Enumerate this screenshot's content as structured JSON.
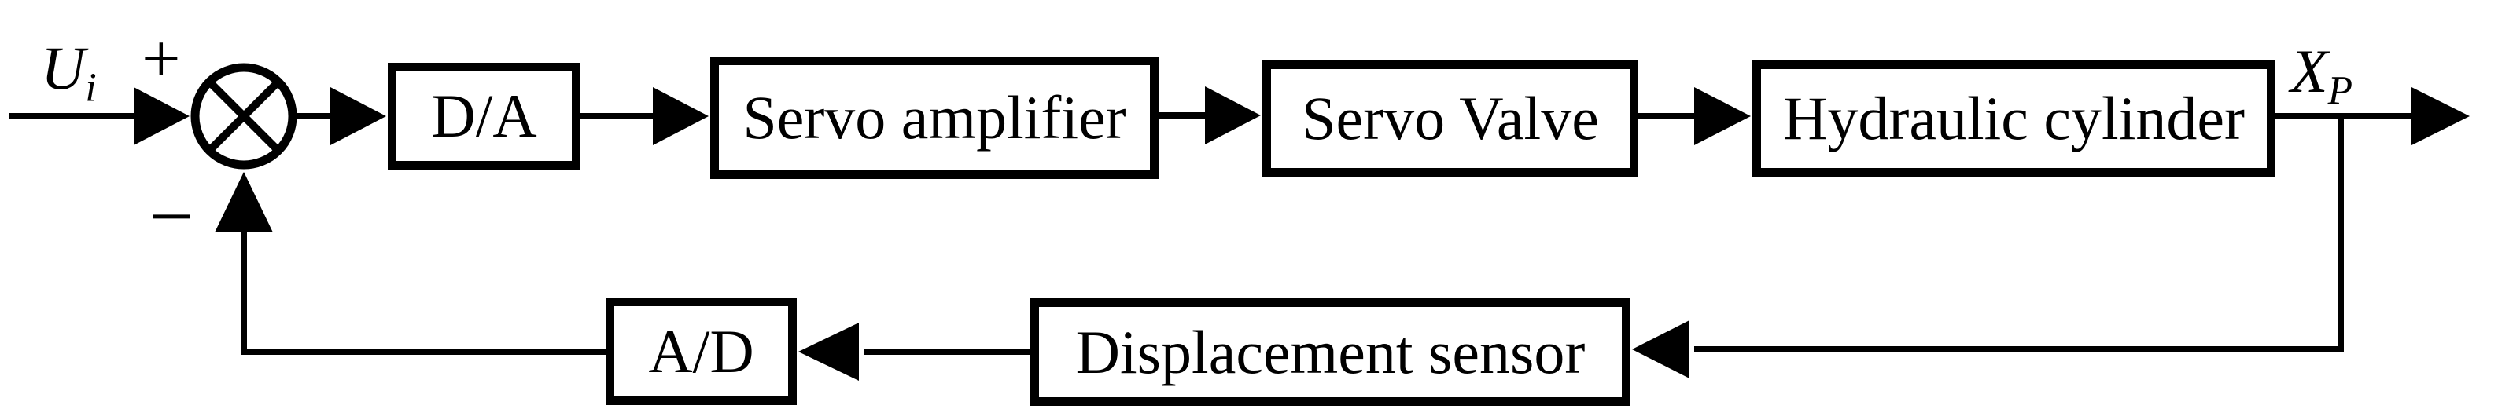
{
  "diagram": {
    "kind": "feedback-control-block-diagram",
    "colors": {
      "stroke": "#000000",
      "background": "#ffffff"
    },
    "signals": {
      "input": {
        "base": "U",
        "sub": "i"
      },
      "output": {
        "base": "X",
        "sub": "P"
      }
    },
    "summing_junction": {
      "symbol": "circle-with-diagonal-cross",
      "plus": "+",
      "minus": "−"
    },
    "blocks": {
      "da": {
        "label": "D/A"
      },
      "servo_amplifier": {
        "label": "Servo amplifier"
      },
      "servo_valve": {
        "label": "Servo Valve"
      },
      "hydraulic_cylinder": {
        "label": "Hydraulic cylinder"
      },
      "ad": {
        "label": "A/D"
      },
      "displacement_sensor": {
        "label": "Displacement sensor"
      }
    },
    "flow": {
      "forward_path": [
        "D/A",
        "Servo amplifier",
        "Servo Valve",
        "Hydraulic cylinder"
      ],
      "feedback_path": [
        "Displacement sensor",
        "A/D"
      ]
    }
  }
}
